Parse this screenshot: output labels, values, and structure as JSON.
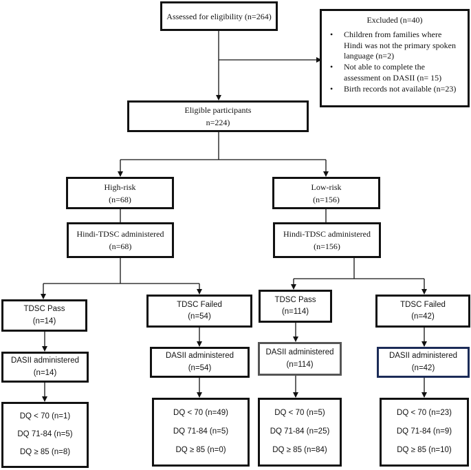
{
  "assessed": "Assessed for eligibility (n=264)",
  "excluded": {
    "title": "Excluded (n=40)",
    "reasons": [
      "Children from families where Hindi was not the primary spoken language (n=2)",
      "Not able to complete the assessment on DASII (n= 15)",
      "Birth records not available (n=23)"
    ]
  },
  "eligible": {
    "line1": "Eligible participants",
    "line2": "n=224)"
  },
  "high_risk": {
    "group": {
      "line1": "High-risk",
      "line2": "(n=68)"
    },
    "tdsc": {
      "line1": "Hindi-TDSC administered",
      "line2": "(n=68)"
    },
    "pass": {
      "result": {
        "line1": "TDSC Pass",
        "line2": "(n=14)"
      },
      "dasii": {
        "line1": "DASII administered",
        "line2": "(n=14)"
      },
      "dq": [
        "DQ < 70 (n=1)",
        "DQ 71-84 (n=5)",
        "DQ ≥ 85 (n=8)"
      ]
    },
    "failed": {
      "result": {
        "line1": "TDSC Failed",
        "line2": "(n=54)"
      },
      "dasii": {
        "line1": "DASII administered",
        "line2": "(n=54)"
      },
      "dq": [
        "DQ < 70 (n=49)",
        "DQ 71-84 (n=5)",
        "DQ ≥ 85 (n=0)"
      ]
    }
  },
  "low_risk": {
    "group": {
      "line1": "Low-risk",
      "line2": "(n=156)"
    },
    "tdsc": {
      "line1": "Hindi-TDSC administered",
      "line2": "(n=156)"
    },
    "pass": {
      "result": {
        "line1": "TDSC Pass",
        "line2": "(n=114)"
      },
      "dasii": {
        "line1": "DASII administered",
        "line2": "(n=114)"
      },
      "dq": [
        "DQ < 70 (n=5)",
        "DQ 71-84 (n=25)",
        "DQ ≥ 85 (n=84)"
      ]
    },
    "failed": {
      "result": {
        "line1": "TDSC Failed",
        "line2": "(n=42)"
      },
      "dasii": {
        "line1": "DASII administered",
        "line2": "(n=42)"
      },
      "dq": [
        "DQ < 70 (n=23)",
        "DQ 71-84 (n=9)",
        "DQ ≥ 85 (n=10)"
      ]
    }
  }
}
